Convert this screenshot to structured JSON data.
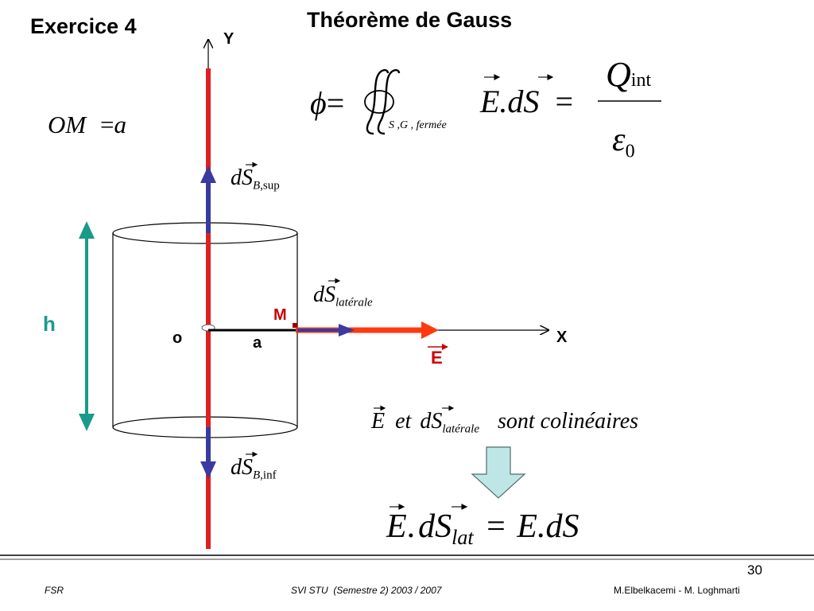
{
  "exercise_title": "Exercice 4",
  "main_title": "Théorème de Gauss",
  "axes": {
    "y_label": "Y",
    "x_label": "X",
    "origin_label": "o"
  },
  "labels": {
    "h": "h",
    "M": "M",
    "a": "a",
    "E": "E"
  },
  "equations": {
    "om_lhs": "OM",
    "om_eq": "=",
    "om_rhs": "a",
    "phi": "ϕ",
    "eq": "=",
    "surface_sub": "S ,G , fermée",
    "E_dot_dS": "E.dS",
    "Q": "Q",
    "Q_sub": "int",
    "epsilon": "ε",
    "epsilon_sub": "0",
    "dS": "dS",
    "dS_B_sup_sub_B": "B",
    "dS_B_sup_sub": ",sup",
    "dS_B_inf_sub": ",inf",
    "dS_lat_sub": "latérale",
    "colinear_E": "E",
    "colinear_et": "et",
    "colinear_dS": "dS",
    "colinear_sub": "latérale",
    "colinear_text": "sont colinéaires",
    "bottom_lhs_E": "E",
    "bottom_dot": ".",
    "bottom_dS": "dS",
    "bottom_sub": "lat",
    "bottom_rhs": "E.dS"
  },
  "footer": {
    "page_number": "30",
    "left": "FSR",
    "center": "SVI STU  (Semestre 2) 2003 / 2007",
    "right": "M.Elbelkacemi - M. Loghmarti"
  },
  "colors": {
    "axis_red": "#e02020",
    "vector_blue": "#3a3aa0",
    "teal": "#1a9a8a",
    "E_vector": "#ff3a10",
    "label_red": "#cc0000",
    "arrow_fill": "#bfe6e6"
  }
}
